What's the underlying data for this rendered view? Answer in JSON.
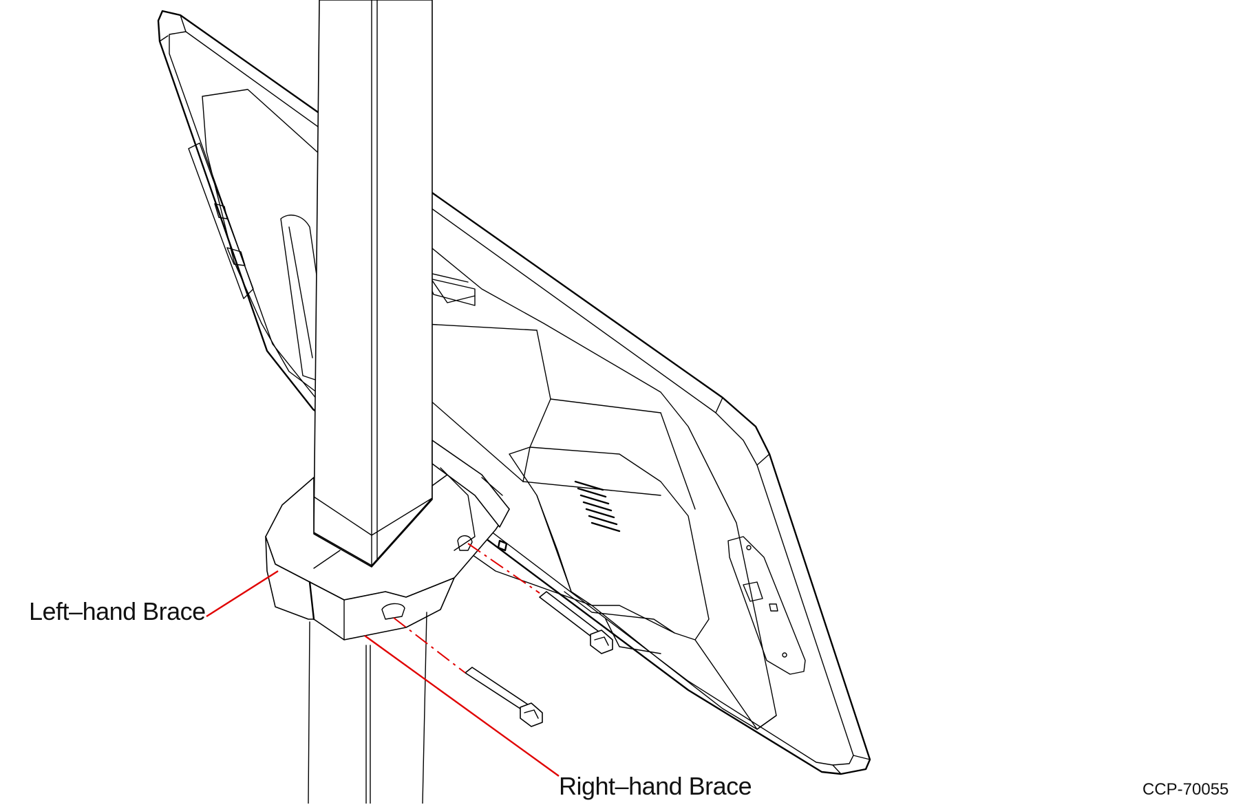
{
  "labels": {
    "left_brace": "Left–hand Brace",
    "right_brace": "Right–hand Brace",
    "figure_code": "CCP-70055"
  },
  "colors": {
    "line": "#000000",
    "callout": "#e00000",
    "background": "#ffffff"
  }
}
